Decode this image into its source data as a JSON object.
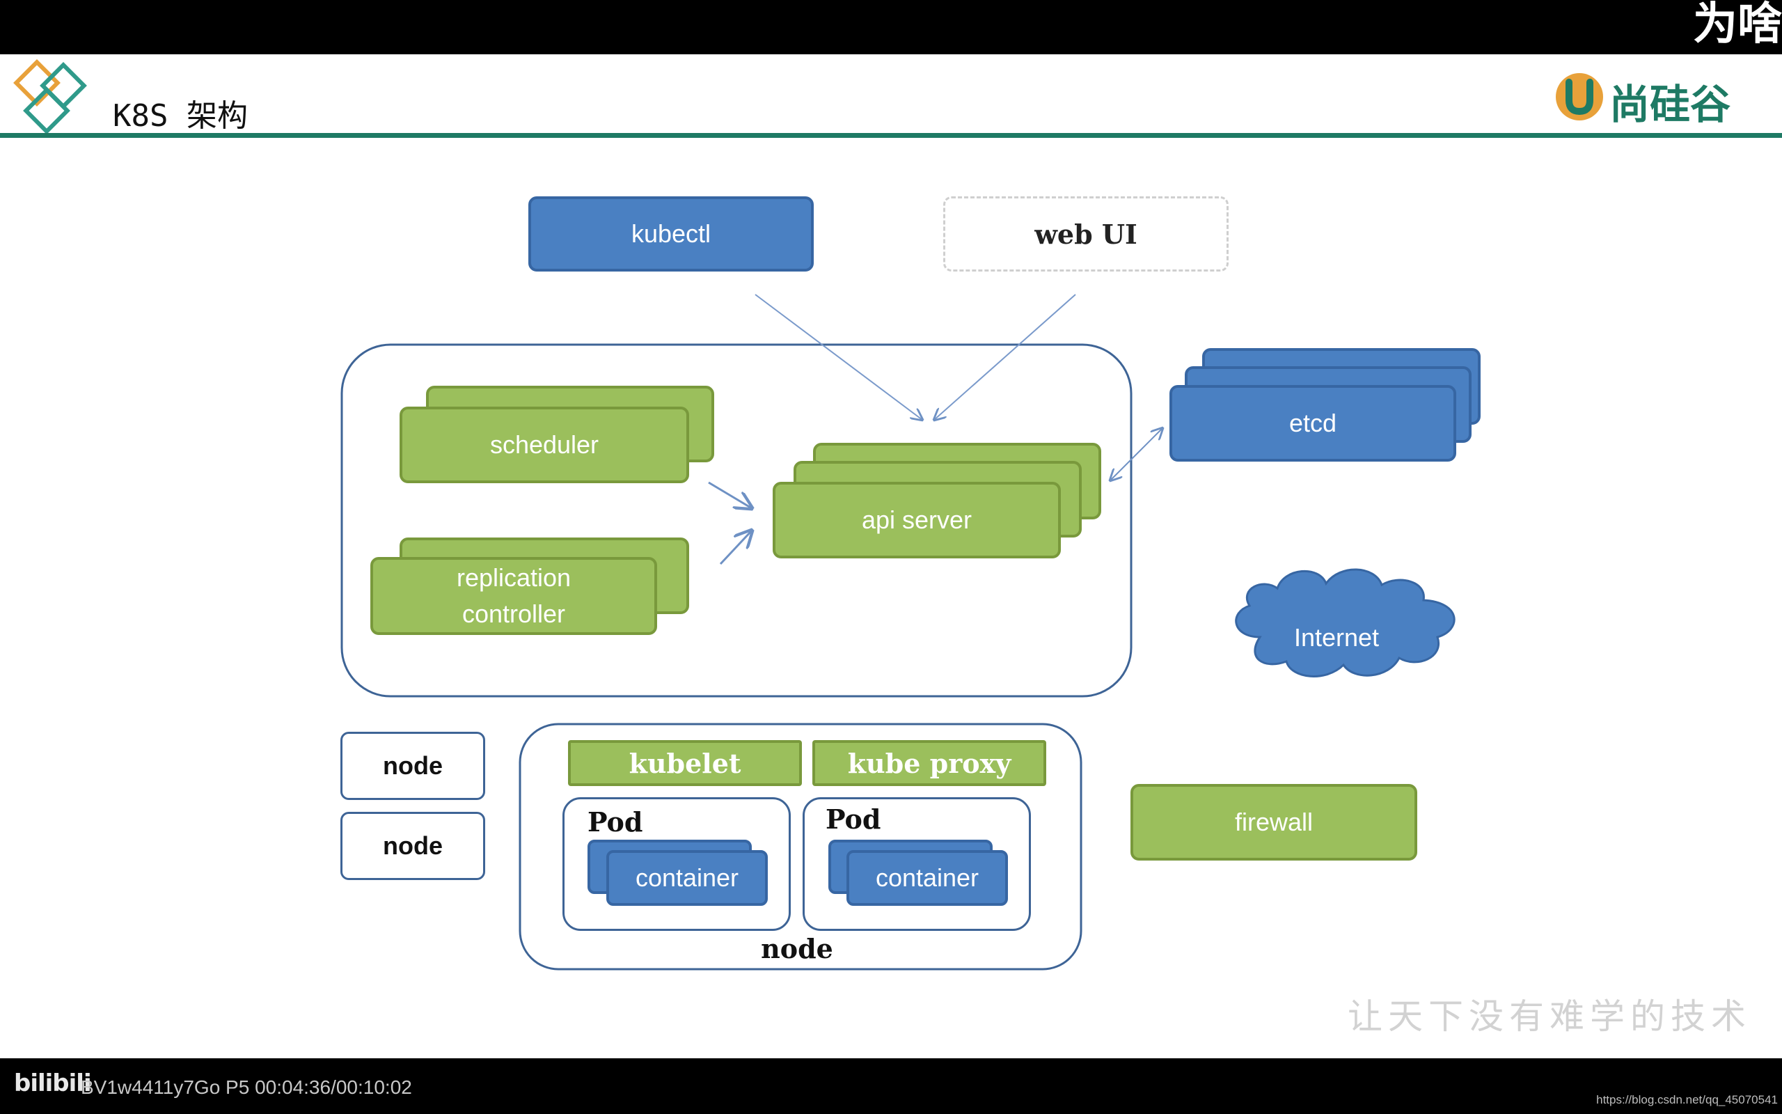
{
  "overlay": {
    "top_right_text": "为啥",
    "bili_logo": "bilibili",
    "video_info": "BV1w4411y7Go P5 00:04:36/00:10:02",
    "blog_url": "https://blog.csdn.net/qq_45070541"
  },
  "slide": {
    "title": "K8S 架构",
    "brand": "尚硅谷",
    "watermark": "让天下没有难学的技术"
  },
  "diagram": {
    "kubectl": "kubectl",
    "web_ui": "web UI",
    "scheduler": "scheduler",
    "replication_controller_line1": "replication",
    "replication_controller_line2": "controller",
    "api_server": "api server",
    "etcd": "etcd",
    "internet": "Internet",
    "node_small_1": "node",
    "node_small_2": "node",
    "kubelet": "kubelet",
    "kube_proxy": "kube proxy",
    "pod_1": "Pod",
    "pod_2": "Pod",
    "container_1": "container",
    "container_2": "container",
    "node_main": "node",
    "firewall": "firewall"
  },
  "colors": {
    "blue": "#4a80c2",
    "green": "#9bbf5c",
    "brand_green": "#1e7a64",
    "logo_orange": "#e8a13a",
    "logo_teal": "#2f9a8a"
  }
}
